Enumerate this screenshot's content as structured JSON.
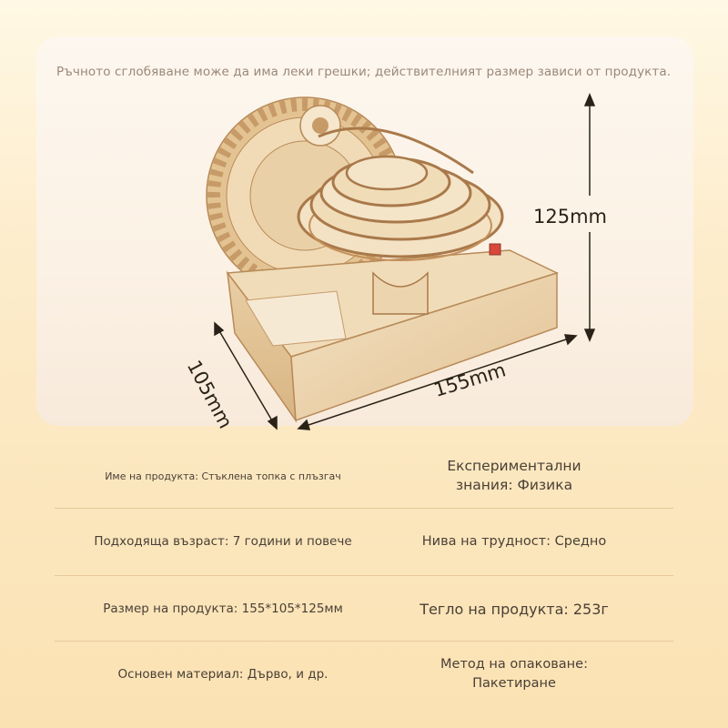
{
  "disclaimer": "Ръчното сглобяване може да има леки грешки; действителният размер зависи от продукта.",
  "dimensions": {
    "height": "125mm",
    "width": "155mm",
    "depth": "105mm"
  },
  "specs": [
    {
      "left": "Име на продукта: Стъклена топка с плъзгач",
      "right": "Експериментални знания: Физика"
    },
    {
      "left": "Подходяща възраст: 7 години и повече",
      "right": "Нива на трудност: Средно"
    },
    {
      "left": "Размер на продукта: 155*105*125мм",
      "right": "Тегло на продукта: 253г"
    },
    {
      "left": "Основен материал: Дърво, и др.",
      "right": "Метод на опаковане: Пакетиране"
    }
  ],
  "colors": {
    "background": "#fbe6bd",
    "wood": "#ecd4ae",
    "wood_dark": "#c99a66",
    "text": "#4a3f36",
    "divider": "#e6c99a"
  }
}
